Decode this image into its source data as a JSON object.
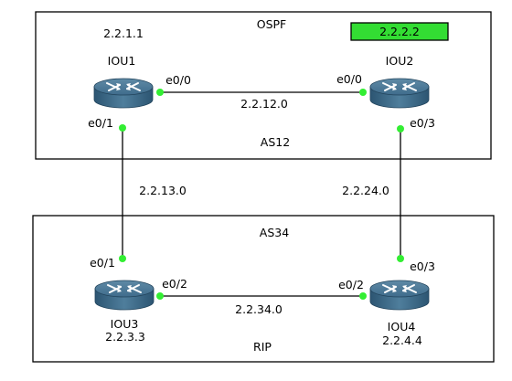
{
  "areas": {
    "top": {
      "protocol": "OSPF",
      "as": "AS12"
    },
    "bottom": {
      "as": "AS34",
      "protocol": "RIP"
    }
  },
  "routers": {
    "iou1": {
      "name": "IOU1",
      "ip": "2.2.1.1"
    },
    "iou2": {
      "name": "IOU2",
      "ip": "2.2.2.2"
    },
    "iou3": {
      "name": "IOU3",
      "ip": "2.2.3.3"
    },
    "iou4": {
      "name": "IOU4",
      "ip": "2.2.4.4"
    }
  },
  "highlight_color": "#33dd33",
  "links": {
    "iou1_iou2": {
      "network": "2.2.12.0",
      "port_a": "e0/0",
      "port_b": "e0/0"
    },
    "iou1_iou3": {
      "network": "2.2.13.0",
      "port_a": "e0/1",
      "port_b": "e0/1"
    },
    "iou2_iou4": {
      "network": "2.2.24.0",
      "port_a": "e0/3",
      "port_b": "e0/3"
    },
    "iou3_iou4": {
      "network": "2.2.34.0",
      "port_a": "e0/2",
      "port_b": "e0/2"
    }
  }
}
